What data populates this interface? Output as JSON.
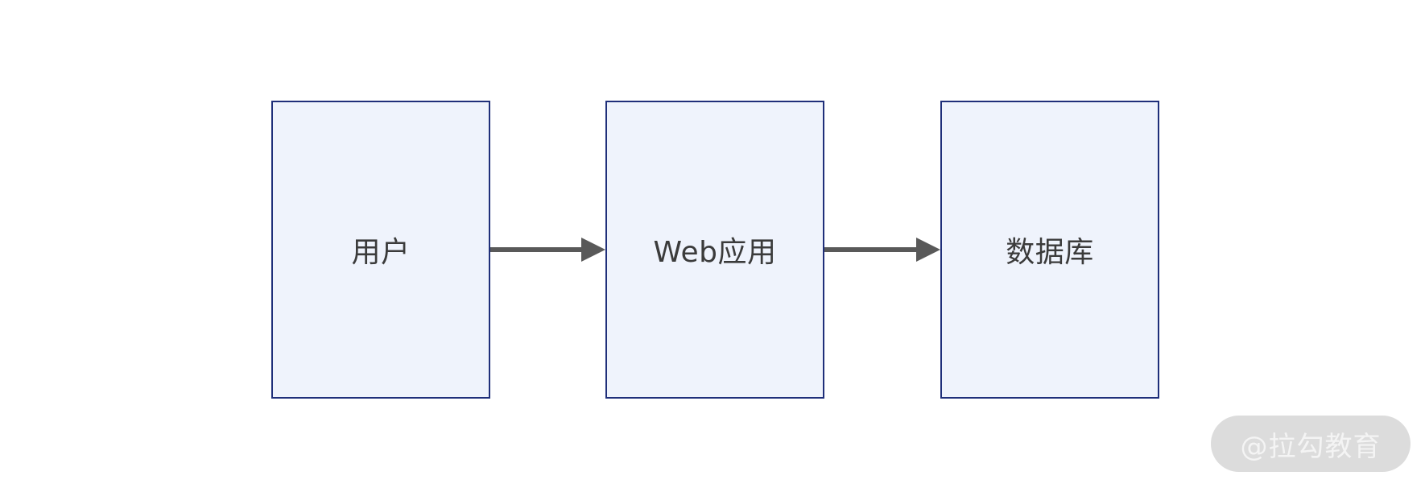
{
  "nodes": [
    {
      "id": "user",
      "label": "用户"
    },
    {
      "id": "web",
      "label": "Web应用"
    },
    {
      "id": "db",
      "label": "数据库"
    }
  ],
  "edges": [
    {
      "from": "user",
      "to": "web"
    },
    {
      "from": "web",
      "to": "db"
    }
  ],
  "watermark": "@拉勾教育",
  "colors": {
    "node_fill": "#eff3fc",
    "node_border": "#1f2f7a",
    "arrow": "#595959",
    "text": "#3b3b3b",
    "watermark_bg": "#dcdcdc"
  }
}
